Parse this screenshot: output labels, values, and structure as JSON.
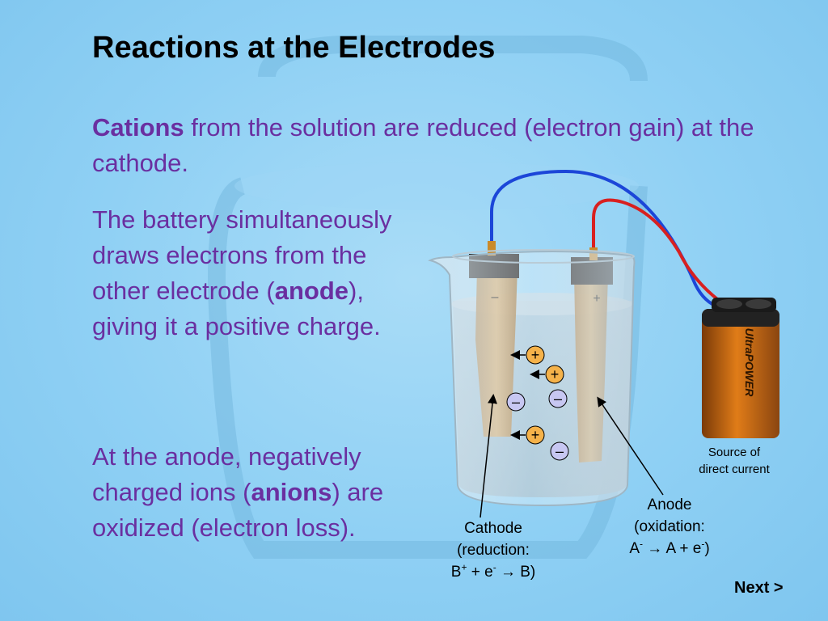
{
  "slide": {
    "title": "Reactions at the Electrodes",
    "para1": {
      "bold": "Cations",
      "rest": " from the solution are reduced (electron gain) at the cathode."
    },
    "para2": {
      "before": "The battery simultaneously draws electrons from the other electrode (",
      "bold": "anode",
      "after": "), giving it a positive charge."
    },
    "para3": {
      "before": "At the anode, negatively charged ions (",
      "bold": "anions",
      "after": ") are oxidized (electron loss)."
    },
    "next_label": "Next >"
  },
  "diagram": {
    "cathode": {
      "line1": "Cathode",
      "line2": "(reduction:",
      "eq_a": "B",
      "eq_a_sup": "+",
      "eq_b": " + e",
      "eq_b_sup": "-",
      "eq_c": " → B)"
    },
    "anode": {
      "line1": "Anode",
      "line2": "(oxidation:",
      "eq_a": "A",
      "eq_a_sup": "-",
      "eq_b": " → A + e",
      "eq_b_sup": "-",
      "eq_c": ")"
    },
    "source": {
      "line1": "Source of",
      "line2": "direct current"
    },
    "terminal_cathode": "–",
    "terminal_anode": "+",
    "cation_symbol": "+",
    "anion_symbol": "–",
    "battery_brand": "UltraPOWER",
    "colors": {
      "text_body": "#6a2fa0",
      "wire_negative": "#1c46d8",
      "wire_positive": "#d82020",
      "cation_fill": "#f5b24a",
      "anion_fill": "#c7c7f2"
    }
  }
}
